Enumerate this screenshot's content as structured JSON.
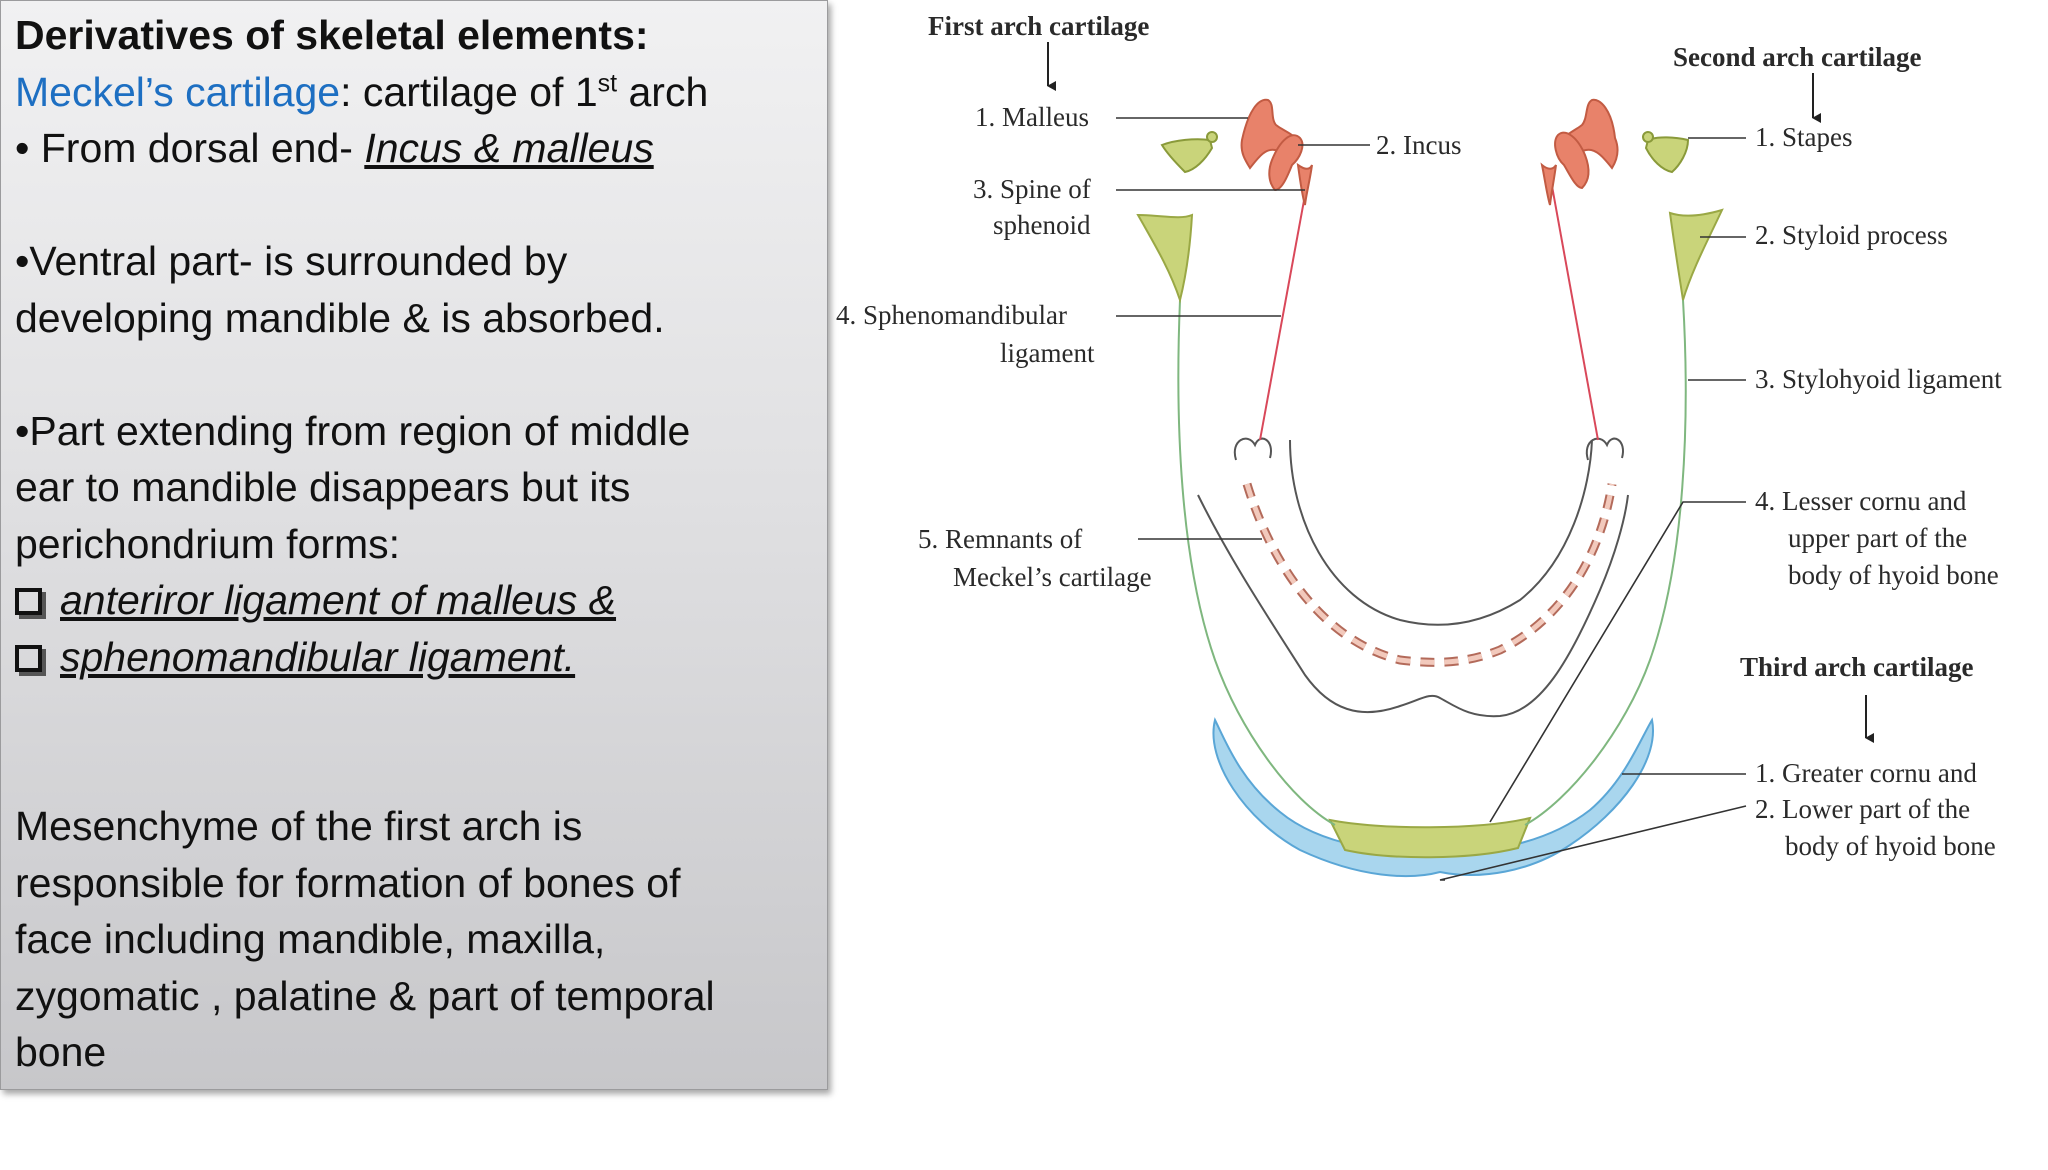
{
  "text_panel": {
    "heading": "Derivatives of skeletal elements:",
    "meckel_label": "Meckel’s cartilage",
    "meckel_rest": ": cartilage of 1",
    "meckel_sup": "st",
    "meckel_end": " arch",
    "dorsal_prefix": "• From dorsal end- ",
    "dorsal_italic": "Incus & malleus",
    "ventral_line1": "•Ventral  part- is surrounded by",
    "ventral_line2": "developing mandible & is absorbed.",
    "part_line1": "•Part  extending from region of middle",
    "part_line2": "ear  to mandible disappears  but its",
    "part_line3": "perichondrium  forms:",
    "bullet1": "anteriror ligament  of  malleus  &",
    "bullet2": "sphenomandibular ligament.",
    "mes_line1": "Mesenchyme  of the first  arch is",
    "mes_line2": "responsible  for formation of bones of",
    "mes_line3": "face including mandible, maxilla,",
    "mes_line4": "zygomatic , palatine &  part of temporal",
    "mes_line5": "bone"
  },
  "diagram": {
    "first_arch_title": "First arch cartilage",
    "second_arch_title": "Second arch cartilage",
    "third_arch_title": "Third arch cartilage",
    "malleus": "1. Malleus",
    "incus": "2. Incus",
    "spine_1": "3. Spine of",
    "spine_2": "sphenoid",
    "spheno_1": "4. Sphenomandibular",
    "spheno_2": "ligament",
    "remnants_1": "5. Remnants of",
    "remnants_2": "Meckel’s cartilage",
    "stapes": "1. Stapes",
    "styloid": "2. Styloid process",
    "stylohyoid": "3. Stylohyoid ligament",
    "lesser_1": "4. Lesser cornu and",
    "lesser_2": "upper part of the",
    "lesser_3": "body of hyoid bone",
    "greater_1": "1. Greater cornu and",
    "greater_2": "2. Lower part of the",
    "greater_3": "body of hyoid bone",
    "colors": {
      "first_arch": "#e8826a",
      "second_arch": "#c9d47a",
      "third_arch": "#a9d6ee",
      "ligament": "#d9485a",
      "accent_blue": "#1d6fc2"
    }
  }
}
